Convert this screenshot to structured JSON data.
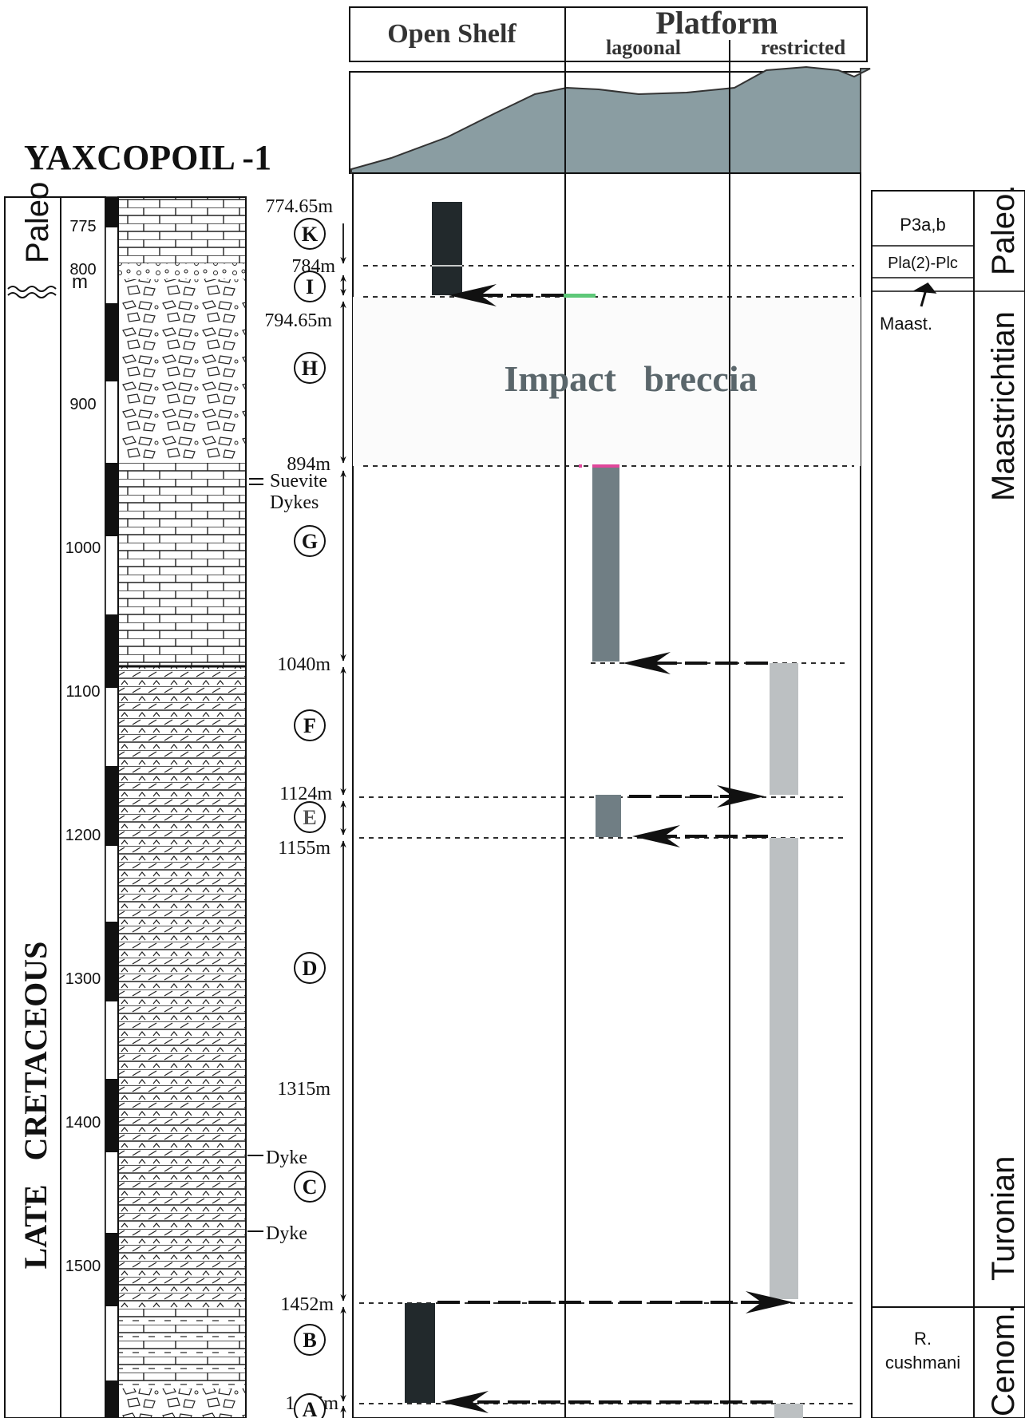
{
  "title": "YAXCOPOIL -1",
  "header": {
    "open_shelf": "Open Shelf",
    "platform": "Platform",
    "lagoonal": "lagoonal",
    "restricted": "restricted"
  },
  "column_labels": {
    "paleo": "Paleo",
    "cretaceous": "LATE   CRETACEOUS",
    "unit": "m"
  },
  "depth_ticks": [
    {
      "label": "775",
      "depth": 775
    },
    {
      "label": "800",
      "depth": 800
    },
    {
      "label": "900",
      "depth": 900
    },
    {
      "label": "1000",
      "depth": 1000
    },
    {
      "label": "1100",
      "depth": 1100
    },
    {
      "label": "1200",
      "depth": 1200
    },
    {
      "label": "1300",
      "depth": 1300
    },
    {
      "label": "1400",
      "depth": 1400
    },
    {
      "label": "1500",
      "depth": 1500
    }
  ],
  "boundaries": [
    {
      "label": "774.65m"
    },
    {
      "label": "784m"
    },
    {
      "label": "794.65m"
    },
    {
      "label": "894m"
    },
    {
      "label": "1040m"
    },
    {
      "label": "1124m"
    },
    {
      "label": "1155m"
    },
    {
      "label": "1315m"
    },
    {
      "label": "1452m"
    },
    {
      "label": "1495m"
    }
  ],
  "units": [
    "K",
    "I",
    "H",
    "G",
    "F",
    "E",
    "D",
    "C",
    "B",
    "A"
  ],
  "annotations": {
    "suevite": "Suevite",
    "dykes": "Dykes",
    "dyke1": "Dyke",
    "dyke2": "Dyke",
    "impact_breccia": "Impact   breccia"
  },
  "biostrat": {
    "p3ab": "P3a,b",
    "pla": "Pla(2)-Plc",
    "maast_short": "Maast.",
    "r": "R.",
    "cushmani": "cushmani"
  },
  "stages": {
    "paleo": "Paleo.",
    "maastrichtian": "Maastrichtian",
    "turonian": "Turonian",
    "cenom": "Cenom."
  },
  "colors": {
    "open_shelf_bar": "#22292c",
    "lagoonal_bar": "#707e84",
    "restricted_bar": "#bcc0c2",
    "curve_fill": "#8a9da2",
    "breccia_fill": "#fbfbfb",
    "green_mark": "#5ec878",
    "pink_mark": "#e0479b"
  }
}
